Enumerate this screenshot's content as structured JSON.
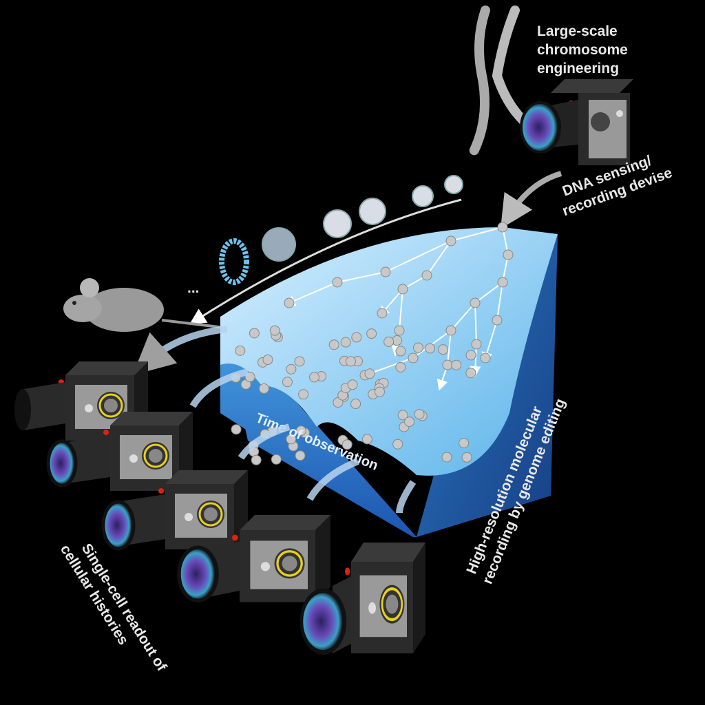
{
  "labels": {
    "chromosome_line1": "Large-scale",
    "chromosome_line2": "chromosome",
    "chromosome_line3": "engineering",
    "device_line1": "DNA sensing/",
    "device_line2": "recording devise",
    "time": "Time of observation",
    "recording_line1": "High-resolution molecular",
    "recording_line2": "recording by genome editing",
    "readout_line1": "Single-cell readout of",
    "readout_line2": "cellular histories",
    "ellipsis": "..."
  },
  "colors": {
    "background": "#000000",
    "block_top": "#8fd0f2",
    "block_front": "#2a7fd0",
    "block_side": "#1e5fa8",
    "camera_body": "#2a2a2a",
    "indicator": "#e02010",
    "cell": "#c8c8c8"
  }
}
